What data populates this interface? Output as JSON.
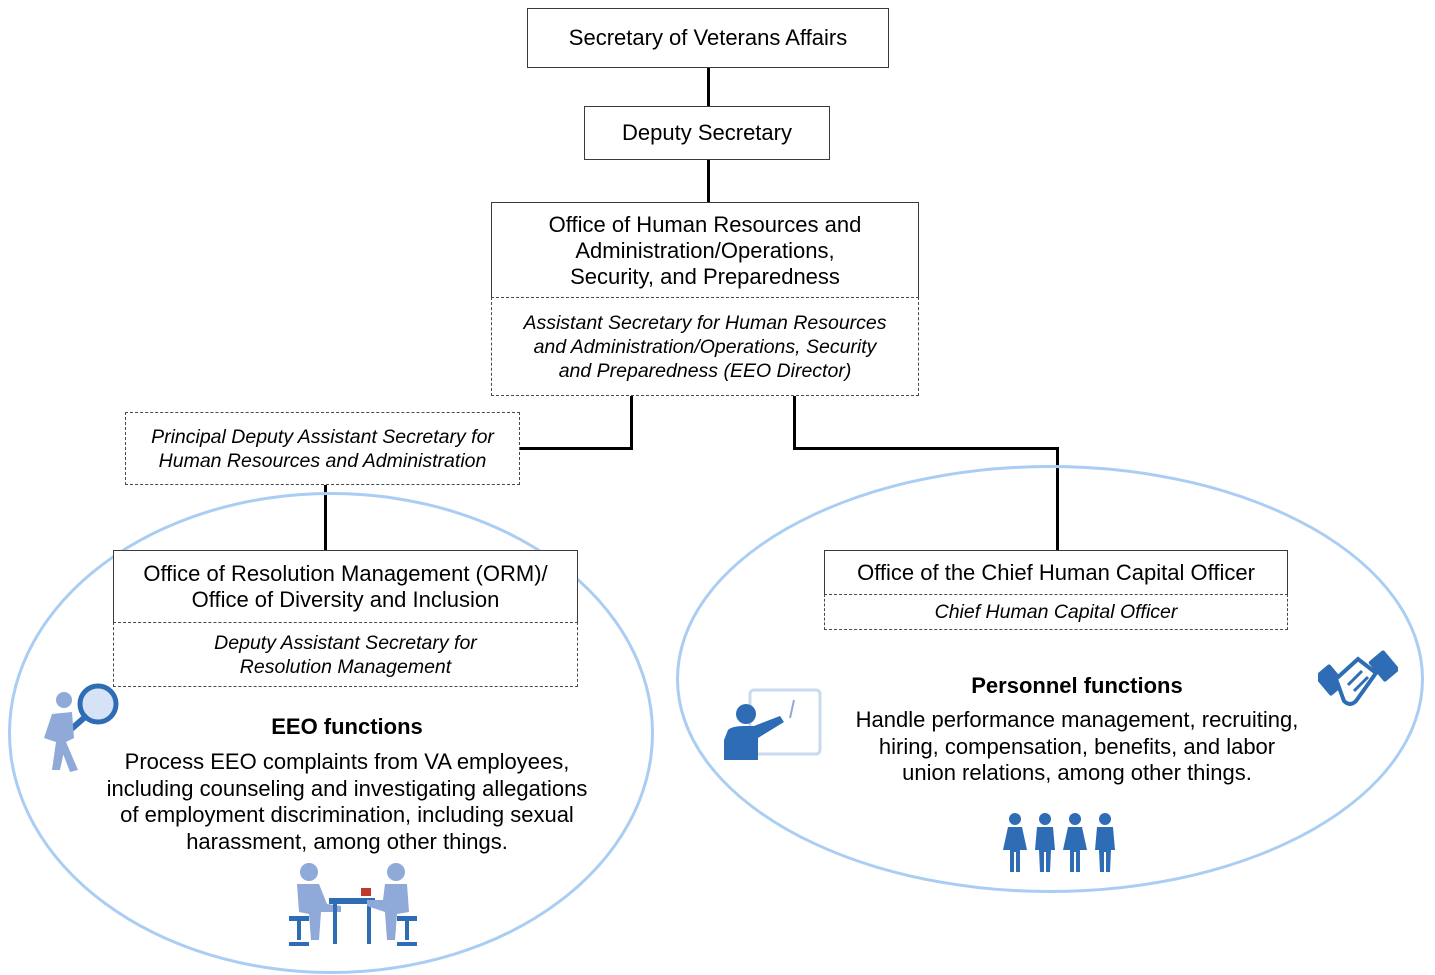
{
  "nodes": {
    "secretary": "Secretary of Veterans Affairs",
    "deputy": "Deputy Secretary",
    "ohra": "Office of Human Resources and\nAdministration/Operations,\nSecurity, and Preparedness",
    "assistant_secretary": "Assistant Secretary for Human Resources\nand Administration/Operations, Security\nand Preparedness (EEO Director)",
    "principal_deputy": "Principal Deputy Assistant Secretary for\nHuman Resources and Administration",
    "orm": "Office of Resolution Management  (ORM)/\nOffice of Diversity and Inclusion",
    "deputy_assistant": "Deputy Assistant Secretary for\nResolution Management",
    "ochco": "Office of the Chief Human Capital Officer",
    "chco": "Chief Human Capital Officer"
  },
  "eeo": {
    "heading": "EEO functions",
    "body": "Process EEO complaints from VA employees,\nincluding counseling and investigating allegations\nof employment discrimination, including sexual\nharassment, among other things."
  },
  "personnel": {
    "heading": "Personnel functions",
    "body": "Handle performance management, recruiting,\nhiring, compensation, benefits, and labor\nunion relations, among other things."
  },
  "icons": [
    "magnifier-person-icon",
    "meeting-table-icon",
    "presenter-board-icon",
    "handshake-icon",
    "people-group-icon"
  ],
  "colors": {
    "oval": "#a9cdf3",
    "icon_blue": "#2e6db5",
    "icon_light": "#8fa9d8"
  }
}
